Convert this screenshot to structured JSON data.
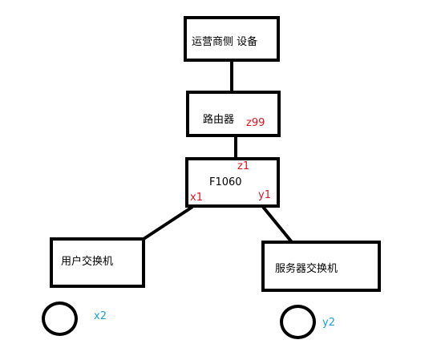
{
  "nodes": {
    "carrier": {
      "label": "运营商侧 设备"
    },
    "router": {
      "label": "路由器"
    },
    "firewall": {
      "label": "F1060"
    },
    "user_switch": {
      "label": "用户交换机"
    },
    "server_switch": {
      "label": "服务器交换机"
    }
  },
  "ports": {
    "z99": "z99",
    "z1": "z1",
    "x1": "x1",
    "y1": "y1",
    "x2": "x2",
    "y2": "y2"
  },
  "colors": {
    "line": "#000000",
    "port_label": "#e0141e",
    "endpoint_label": "#1e9fd7"
  }
}
